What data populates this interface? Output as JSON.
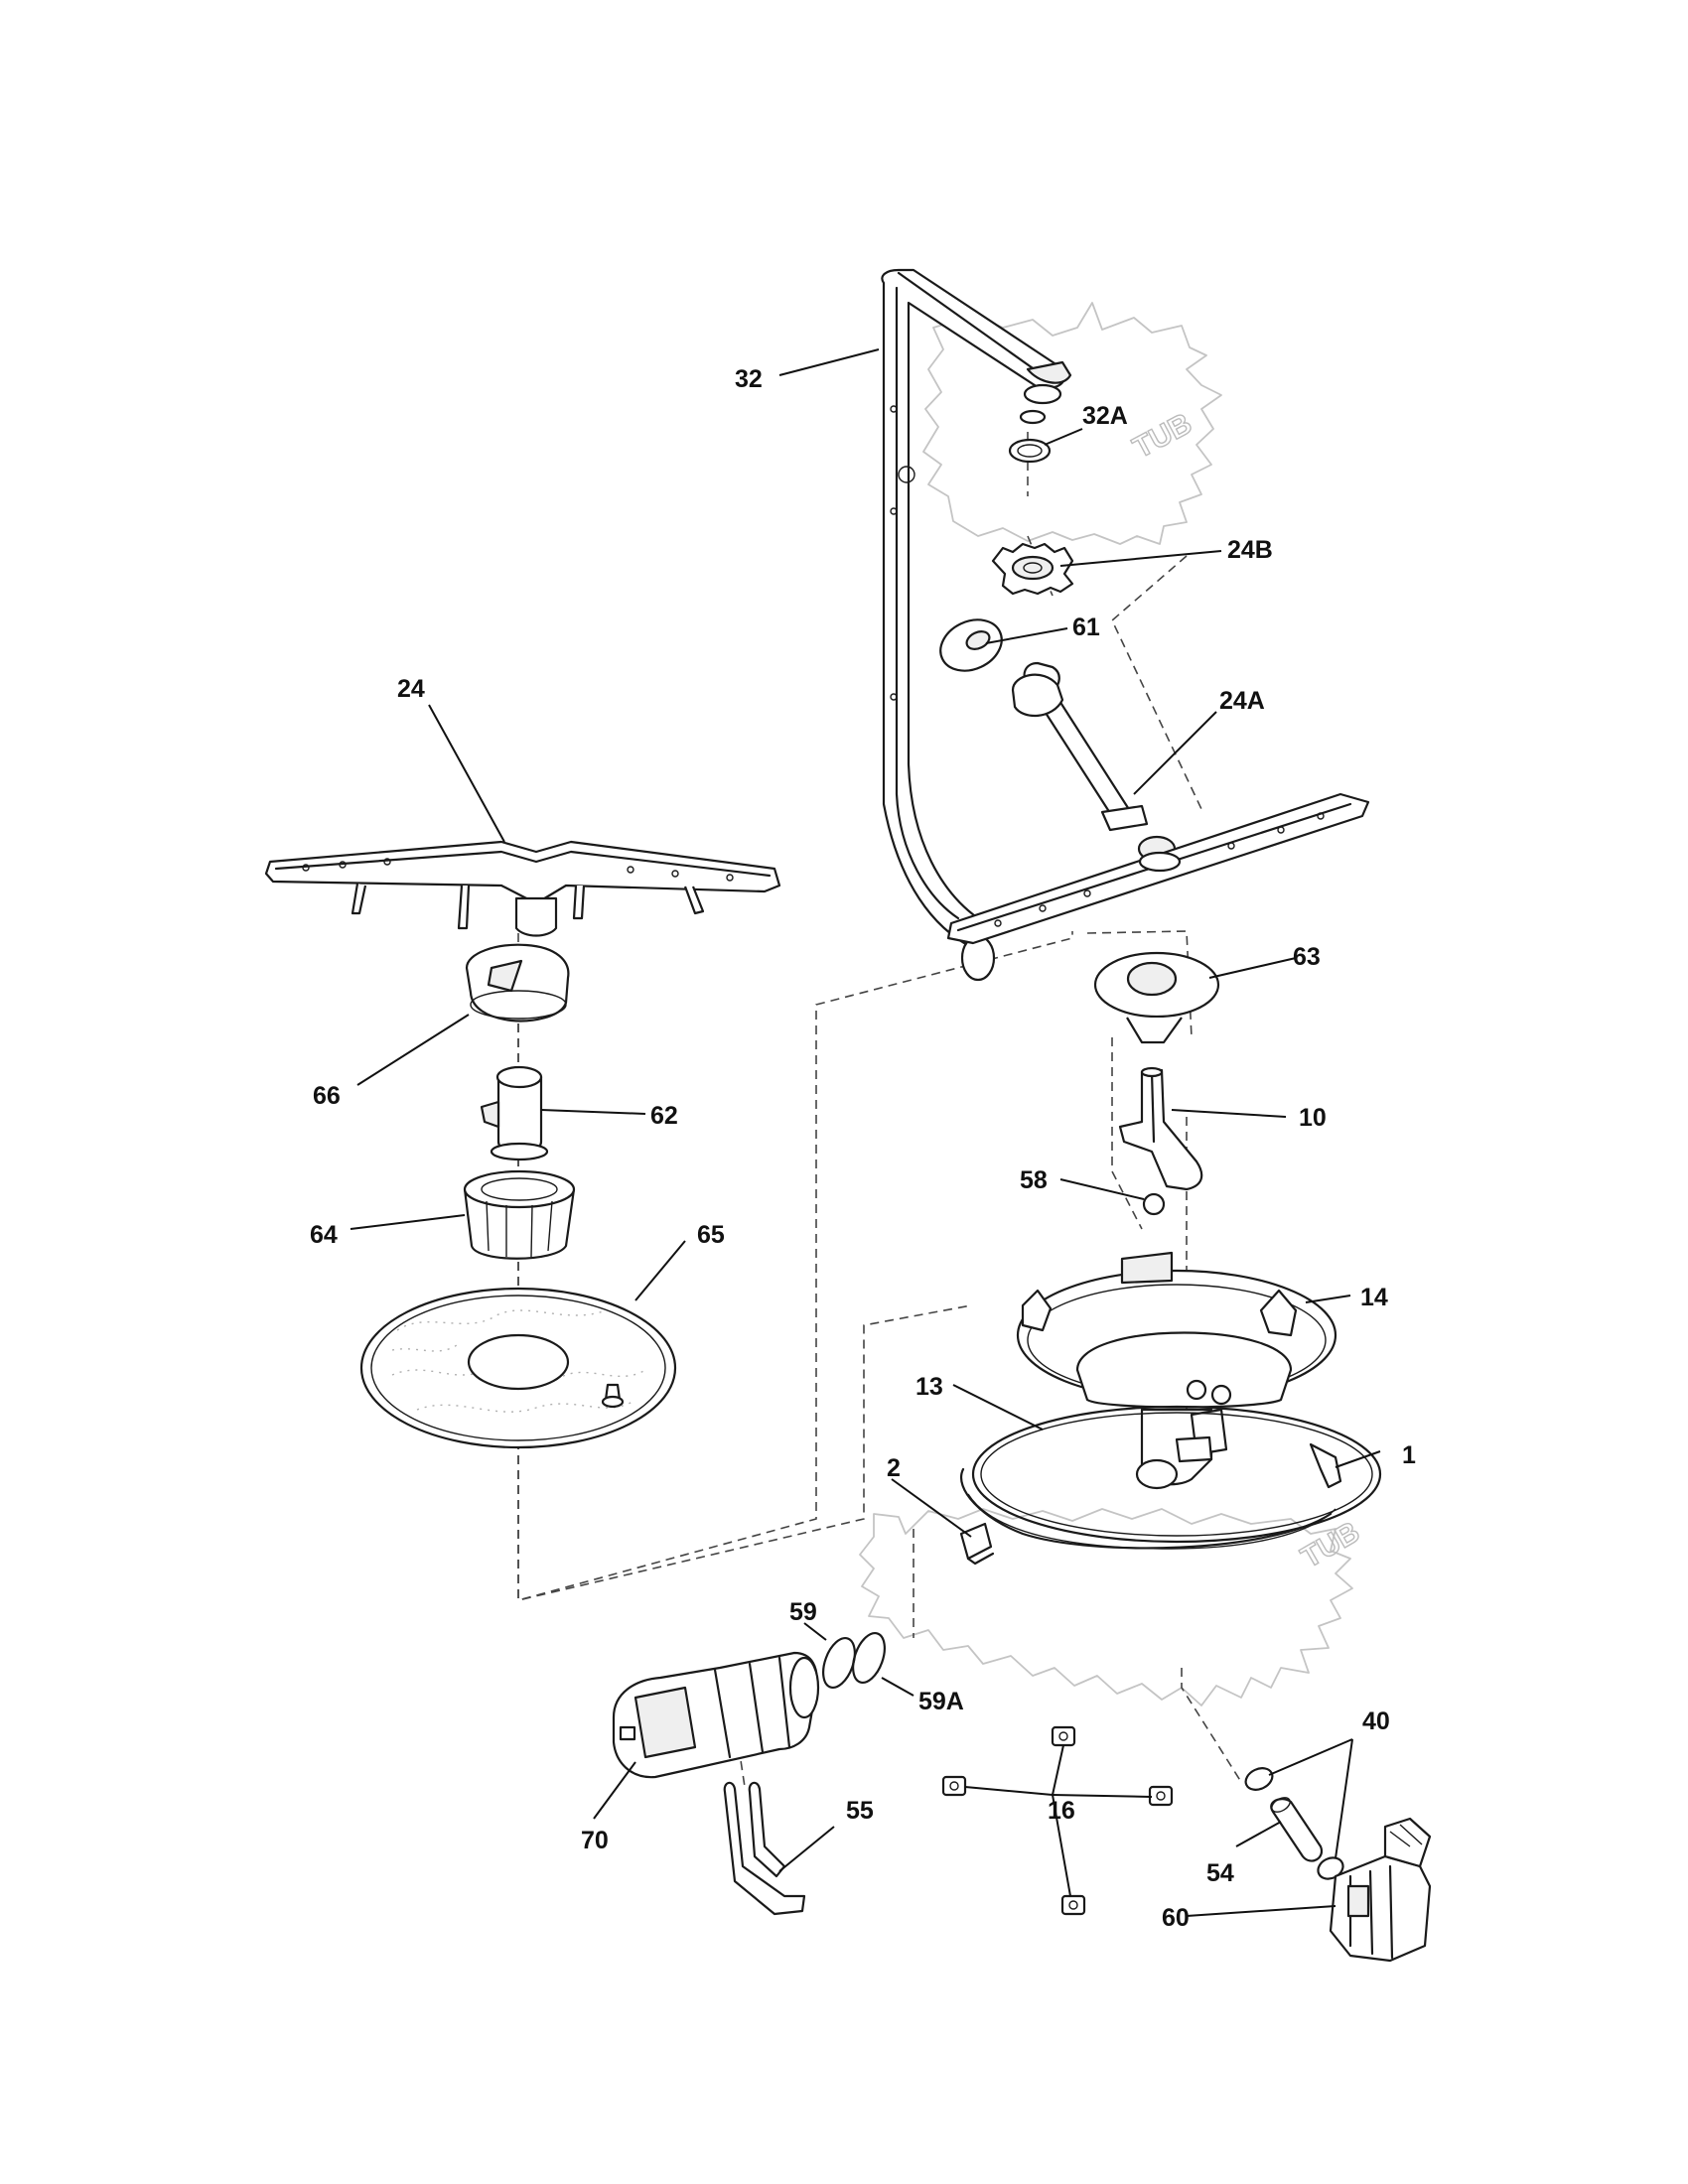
{
  "tub_label": "TUB",
  "callouts": {
    "c32": "32",
    "c32A": "32A",
    "c24B": "24B",
    "c61": "61",
    "c24A": "24A",
    "c24": "24",
    "c66": "66",
    "c62": "62",
    "c64": "64",
    "c65": "65",
    "c63": "63",
    "c10": "10",
    "c58": "58",
    "c14": "14",
    "c13": "13",
    "c1": "1",
    "c2": "2",
    "c59": "59",
    "c59A": "59A",
    "c40": "40",
    "c70": "70",
    "c55": "55",
    "c16": "16",
    "c54": "54",
    "c60": "60"
  }
}
